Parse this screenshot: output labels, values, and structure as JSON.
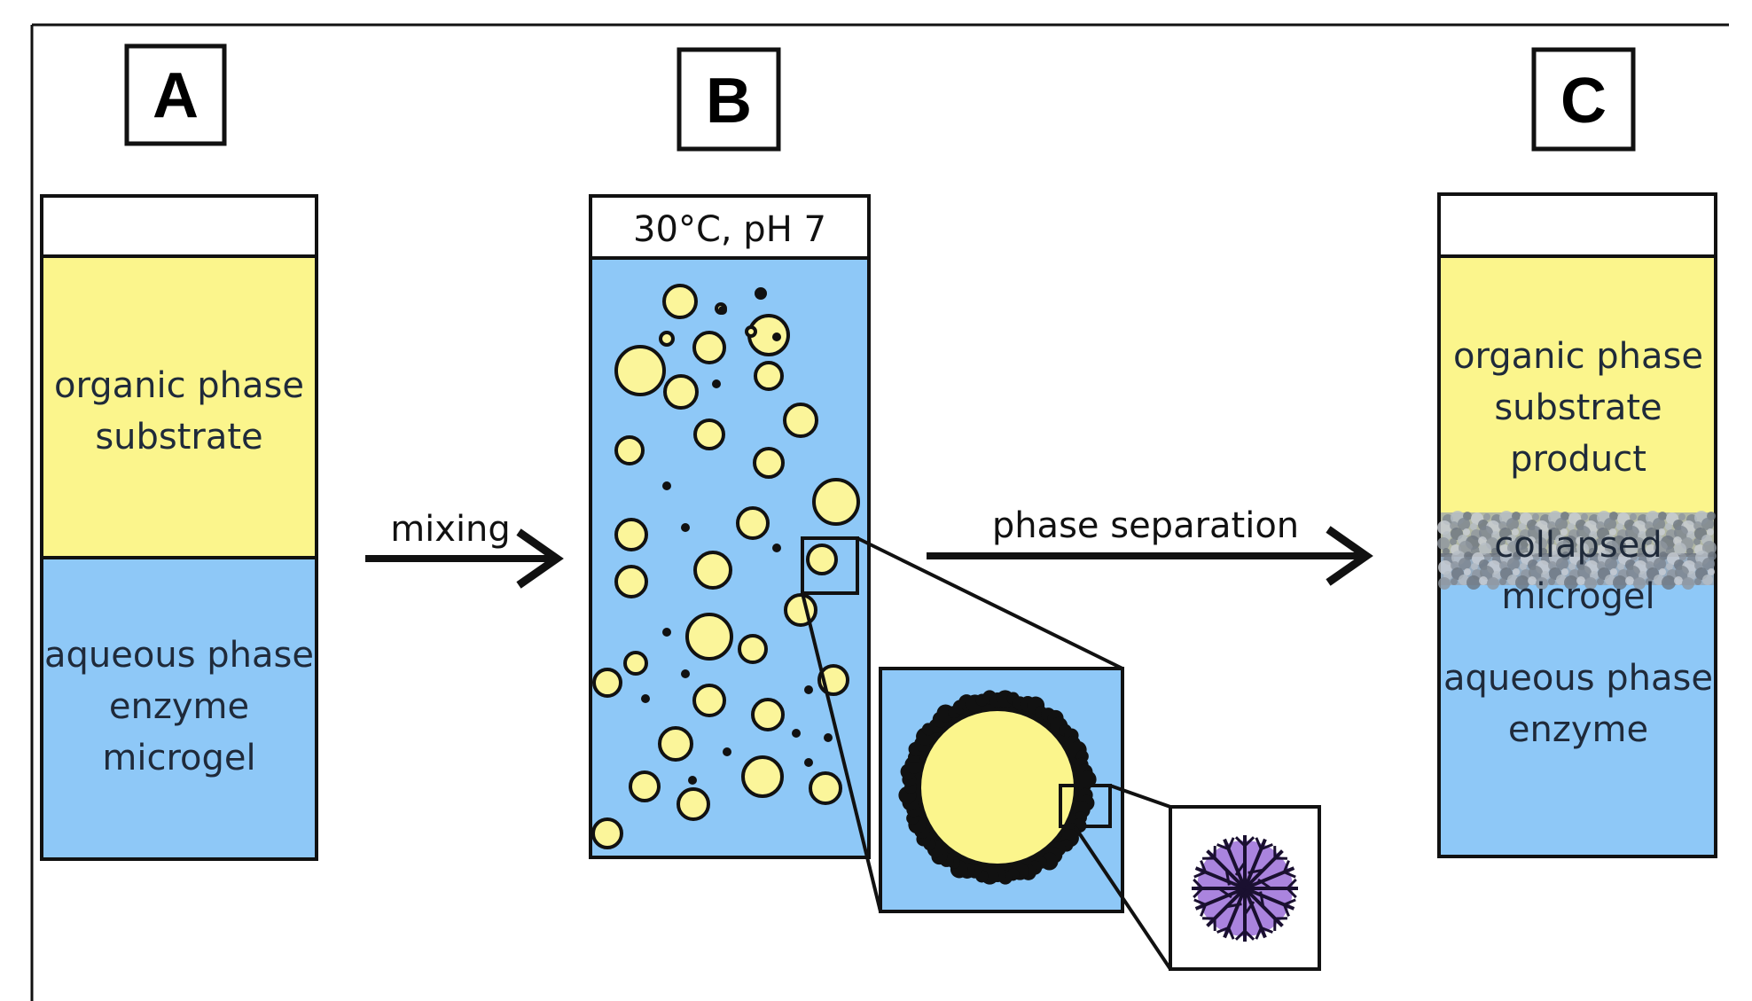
{
  "panels": {
    "a": {
      "label": "A",
      "organic_lines": [
        "organic phase",
        "substrate"
      ],
      "aqueous_lines": [
        "aqueous phase",
        "enzyme",
        "microgel"
      ]
    },
    "b": {
      "label": "B",
      "condition": "30°C, pH 7"
    },
    "c": {
      "label": "C",
      "organic_lines": [
        "organic phase",
        "substrate",
        "product"
      ],
      "interface_lines": [
        "collapsed",
        "microgel"
      ],
      "aqueous_lines": [
        "aqueous phase",
        "enzyme"
      ]
    }
  },
  "arrows": {
    "mixing": "mixing",
    "phase_separation": "phase separation"
  },
  "colors": {
    "organic": "#fbf58c",
    "aqueous": "#8ec8f7",
    "droplet": "#fbf59a",
    "outline": "#111111",
    "microgel": "#9b6fd8"
  }
}
